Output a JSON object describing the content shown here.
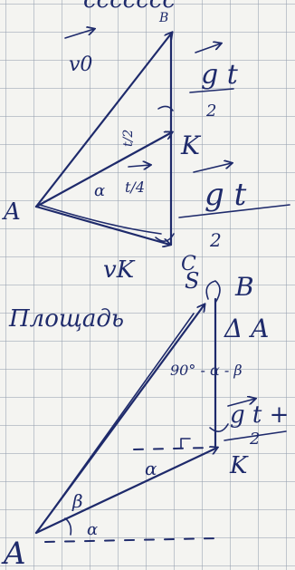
{
  "colors": {
    "paper": "#f4f4f1",
    "grid": "#96a0af",
    "ink": "#1e2a6b"
  },
  "top": {
    "title_fragment": "ccccccc",
    "label_v0": "v0",
    "label_B_top": "B",
    "label_g_t_top": "g t",
    "label_2_top": "2",
    "label_t_over_2": "t/2",
    "label_K_top": "K",
    "label_A_top": "A",
    "label_alpha_top": "α",
    "label_t_over_4": "t/4",
    "label_g_t_mid": "g t",
    "label_2_mid": "2",
    "label_vk": "vK",
    "label_C": "C"
  },
  "bottom": {
    "word_area": "Площадь",
    "label_S": "S",
    "label_B": "B",
    "label_triangle_A": "Δ A",
    "label_angle": "90° - α - β",
    "label_g_t": "g t + v",
    "label_2": "2",
    "label_K": "K",
    "label_alpha_mid": "α",
    "label_beta": "β",
    "label_alpha_low": "α",
    "label_A": "A"
  }
}
